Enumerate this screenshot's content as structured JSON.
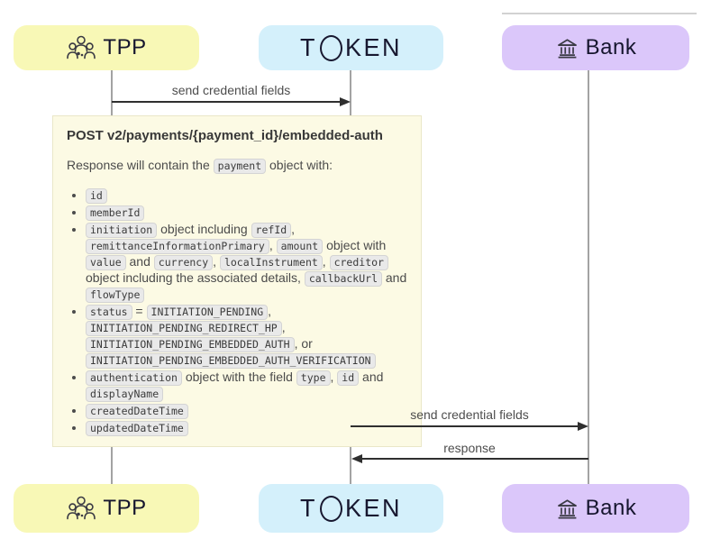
{
  "diagram": {
    "actors": [
      {
        "id": "tpp",
        "label": "TPP",
        "icon": "users-group-icon",
        "fill": "#f8f8b6"
      },
      {
        "id": "token",
        "label": "TOKEN",
        "icon": "token-logo",
        "fill": "#d4f0fb"
      },
      {
        "id": "bank",
        "label": "Bank",
        "icon": "bank-icon",
        "fill": "#dbc7fa"
      }
    ],
    "messages": [
      {
        "from": "TPP",
        "to": "TOKEN",
        "label": "send credential fields"
      },
      {
        "from": "TOKEN",
        "to": "Bank",
        "label": "send credential fields"
      },
      {
        "from": "Bank",
        "to": "TOKEN",
        "label": "response"
      }
    ],
    "note": {
      "title": "POST v2/payments/{payment_id}/embedded-auth",
      "intro": [
        {
          "text": "Response will contain the "
        },
        {
          "code": "payment"
        },
        {
          "text": " object with:"
        }
      ],
      "bullets": [
        [
          {
            "code": "id"
          }
        ],
        [
          {
            "code": "memberId"
          }
        ],
        [
          {
            "code": "initiation"
          },
          {
            "text": " object including "
          },
          {
            "code": "refId"
          },
          {
            "text": ", "
          },
          {
            "code": "remittanceInformationPrimary"
          },
          {
            "text": ", "
          },
          {
            "code": "amount"
          },
          {
            "text": " object with "
          },
          {
            "code": "value"
          },
          {
            "text": " and "
          },
          {
            "code": "currency"
          },
          {
            "text": ", "
          },
          {
            "code": "localInstrument"
          },
          {
            "text": ", "
          },
          {
            "code": "creditor"
          },
          {
            "text": " object including the associated details, "
          },
          {
            "code": "callbackUrl"
          },
          {
            "text": " and "
          },
          {
            "code": "flowType"
          }
        ],
        [
          {
            "code": "status"
          },
          {
            "text": " = "
          },
          {
            "code": "INITIATION_PENDING"
          },
          {
            "text": ", "
          },
          {
            "code": "INITIATION_PENDING_REDIRECT_HP"
          },
          {
            "text": ", "
          },
          {
            "code": "INITIATION_PENDING_EMBEDDED_AUTH"
          },
          {
            "text": ", or "
          },
          {
            "code": "INITIATION_PENDING_EMBEDDED_AUTH_VERIFICATION"
          }
        ],
        [
          {
            "code": "authentication"
          },
          {
            "text": " object with the field "
          },
          {
            "code": "type"
          },
          {
            "text": ", "
          },
          {
            "code": "id"
          },
          {
            "text": " and "
          },
          {
            "code": "displayName"
          }
        ],
        [
          {
            "code": "createdDateTime"
          }
        ],
        [
          {
            "code": "updatedDateTime"
          }
        ]
      ]
    },
    "colors": {
      "lifeline": "#a3a3a3",
      "arrow": "#2f2f2f",
      "message_text": "#4d4d4d",
      "note_bg": "#fcfae4",
      "note_border": "#eae7c8",
      "chip_bg": "#e9e9e9",
      "chip_border": "#d4d4d4",
      "actor_text": "#16162e",
      "tpp_fill": "#f8f8b6",
      "token_fill": "#d4f0fb",
      "bank_fill": "#dbc7fa"
    }
  }
}
